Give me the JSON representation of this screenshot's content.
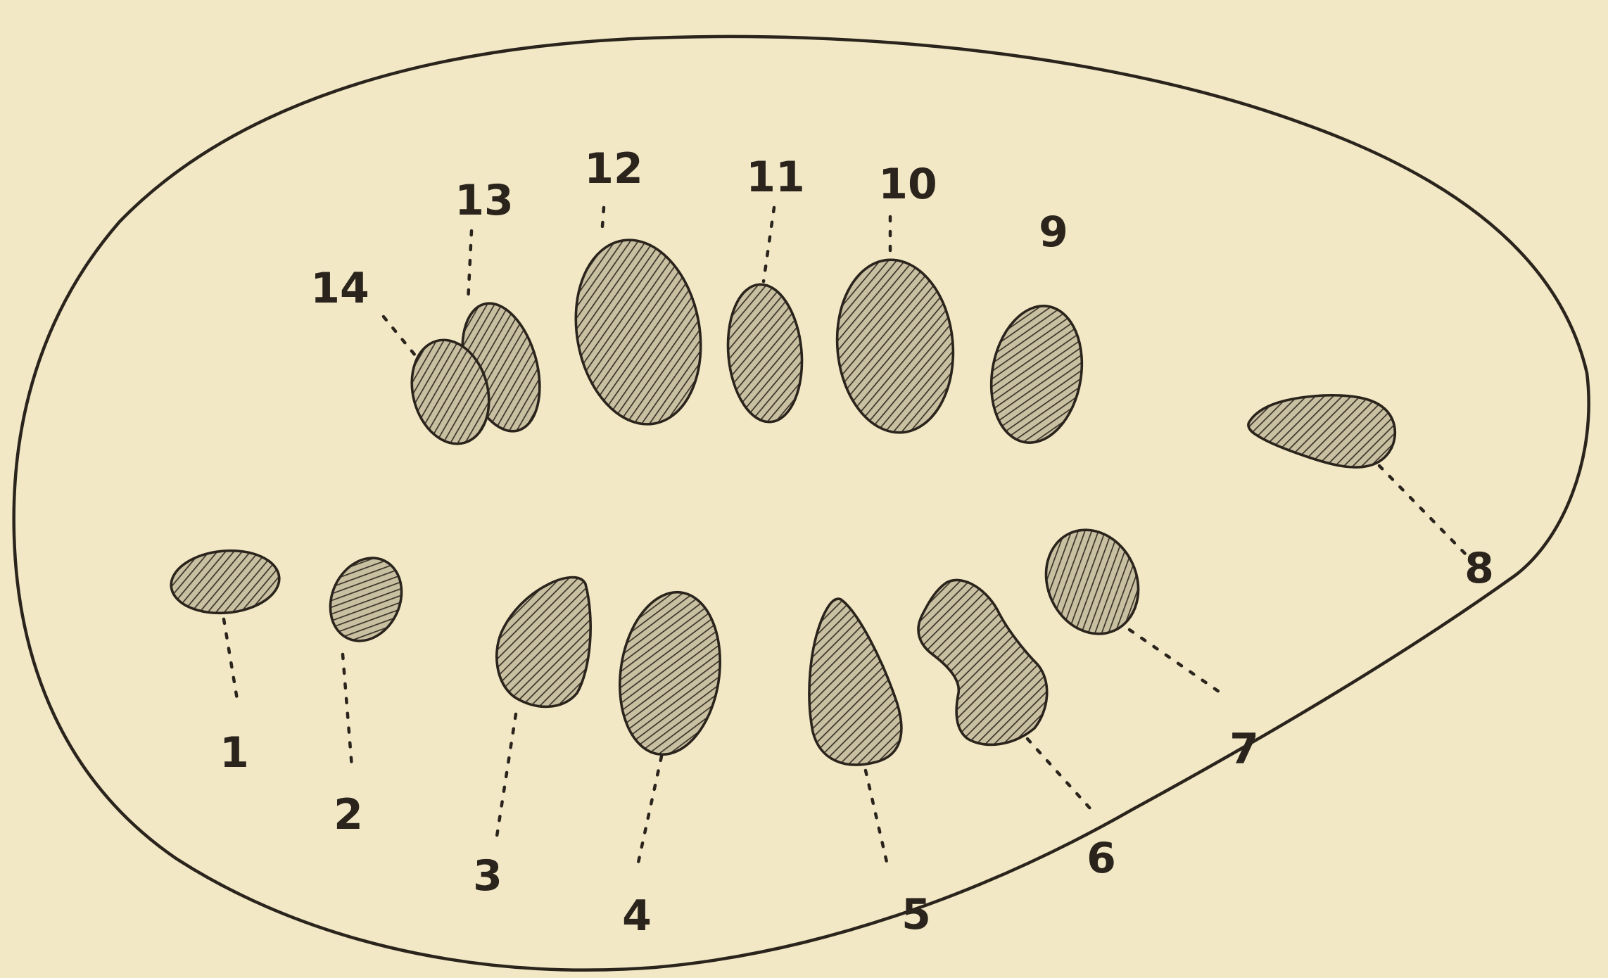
{
  "figure": {
    "labels": [
      "1",
      "2",
      "3",
      "4",
      "5",
      "6",
      "7",
      "8",
      "9",
      "10",
      "11",
      "12",
      "13",
      "14"
    ]
  },
  "colors": {
    "background": "#f2e8c6",
    "ink": "#2a241c"
  }
}
